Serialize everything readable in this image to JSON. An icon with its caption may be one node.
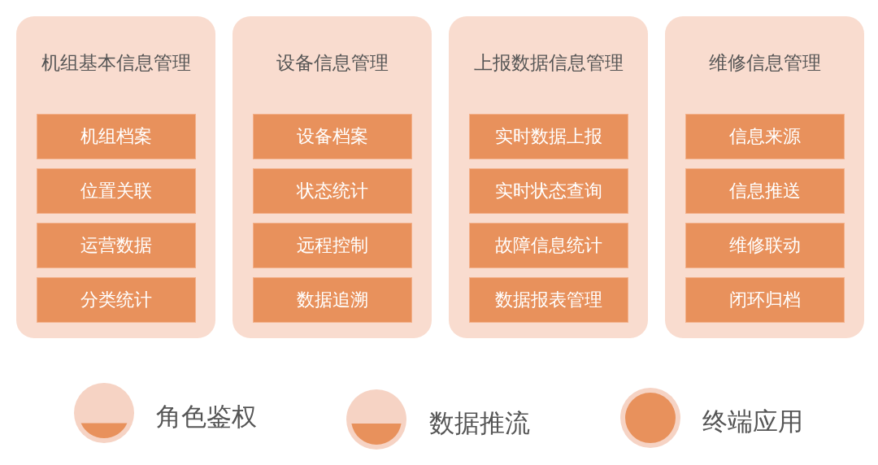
{
  "diagram": {
    "nodes": [
      {
        "text": [
          "机组基本信息管理"
        ]
      },
      {
        "text": [
          "机组档案"
        ],
        "in": 0
      },
      {
        "text": [
          "位置关联"
        ],
        "in": 0
      },
      {
        "text": [
          "运营数据"
        ],
        "in": 0
      },
      {
        "text": [
          "分类统计"
        ],
        "in": 0
      },
      {
        "text": [
          "设备信息管理"
        ]
      },
      {
        "text": [
          "设备档案"
        ],
        "in": 5
      },
      {
        "text": [
          "状态统计"
        ],
        "in": 5
      },
      {
        "text": [
          "远程控制"
        ],
        "in": 5
      },
      {
        "text": [
          "数据追溯"
        ],
        "in": 5
      },
      {
        "text": [
          "上报数据信息管理"
        ]
      },
      {
        "text": [
          "实时数据上报"
        ],
        "in": 10
      },
      {
        "text": [
          "实时状态查询"
        ],
        "in": 10
      },
      {
        "text": [
          "故障信息统计"
        ],
        "in": 10
      },
      {
        "text": [
          "数据报表管理"
        ],
        "in": 10
      },
      {
        "text": [
          "维修信息管理"
        ]
      },
      {
        "text": [
          "信息来源"
        ],
        "in": 15
      },
      {
        "text": [
          "信息推送"
        ],
        "in": 15
      },
      {
        "text": [
          "维修联动"
        ],
        "in": 15
      },
      {
        "text": [
          "闭环归档"
        ],
        "in": 15
      },
      {
        "text": [],
        "shape": "circle",
        "beside": [
          "角色鉴权"
        ]
      },
      {
        "text": [],
        "shape": "circle",
        "beside": [
          "数据推流"
        ]
      },
      {
        "text": [],
        "shape": "circle",
        "beside": [
          "终端应用"
        ]
      }
    ]
  }
}
